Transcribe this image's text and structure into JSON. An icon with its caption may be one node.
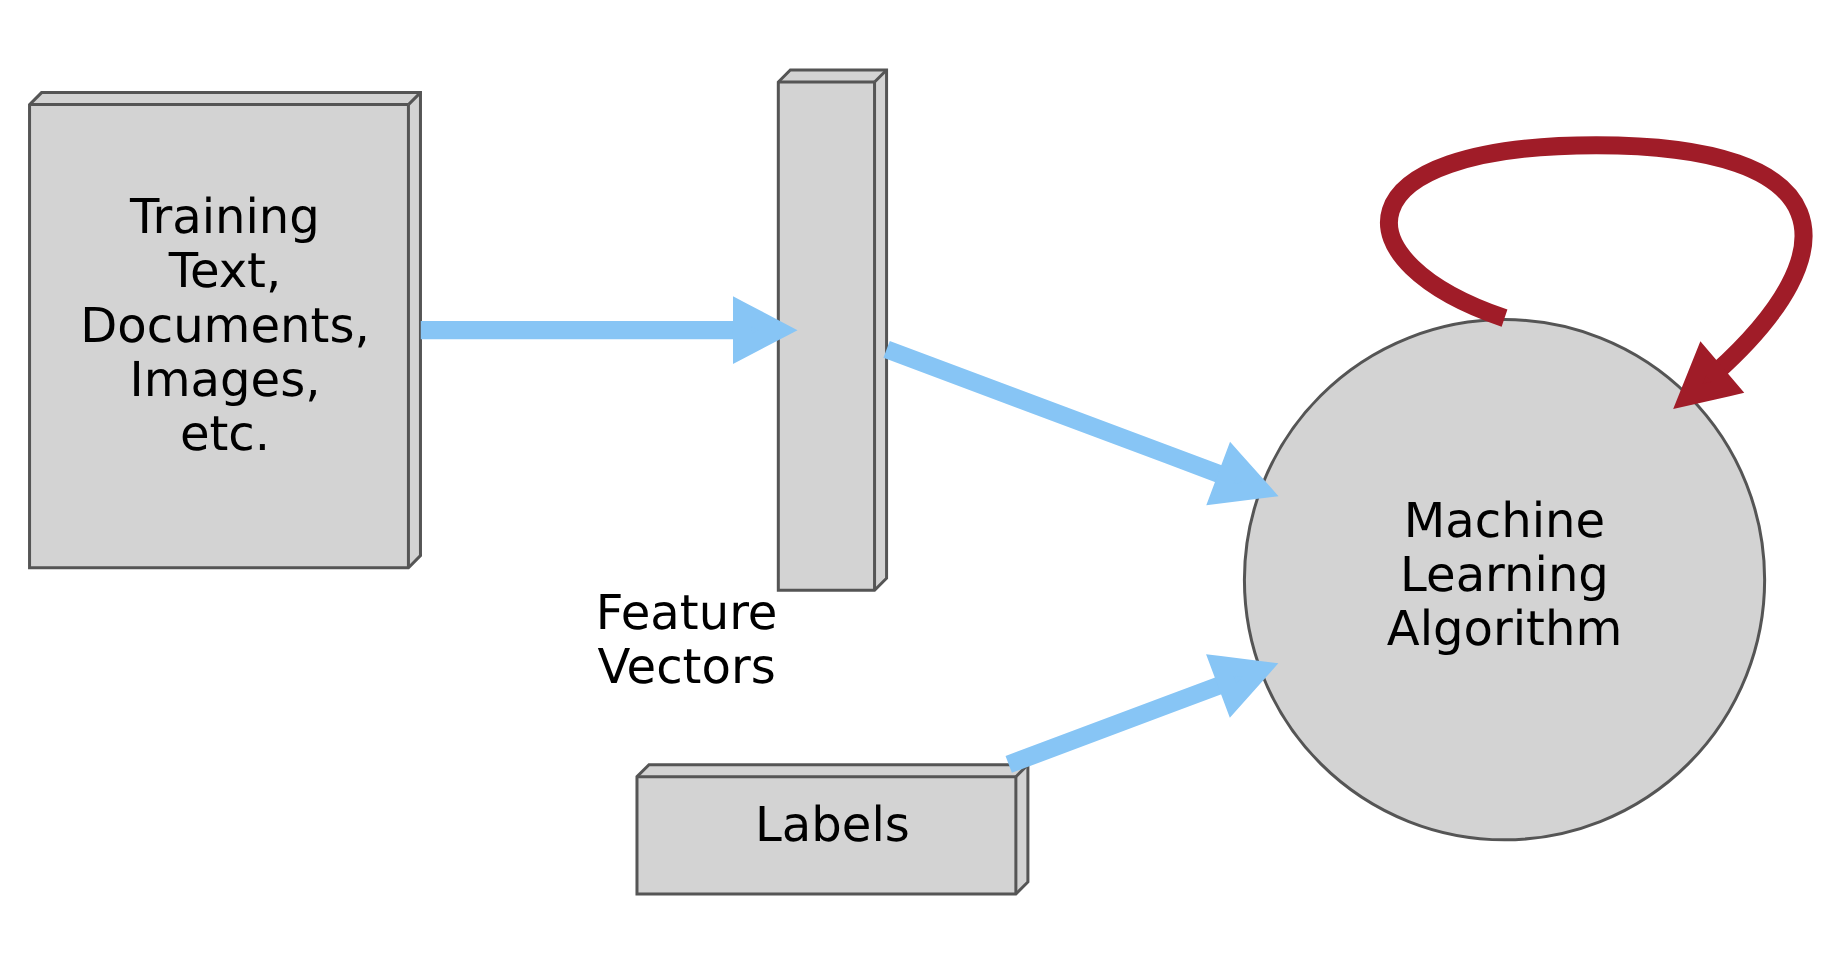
{
  "diagram": {
    "nodes": [
      {
        "text": [
          "Training Text, Documents, Images, etc."
        ]
      },
      {
        "text": [],
        "shape": "box",
        "beside": [
          "Feature Vectors"
        ]
      },
      {
        "text": [
          "Labels"
        ]
      },
      {
        "text": [
          "Machine Learning Algorithm"
        ]
      }
    ],
    "edges": [
      {
        "from": 0,
        "to": 1,
        "arrow": "to"
      },
      {
        "from": 1,
        "to": 3,
        "arrow": "to"
      },
      {
        "from": 2,
        "to": 3,
        "arrow": "to"
      },
      {
        "from": 3,
        "to": 3,
        "arrow": "to",
        "color": "#a01c28"
      }
    ]
  }
}
